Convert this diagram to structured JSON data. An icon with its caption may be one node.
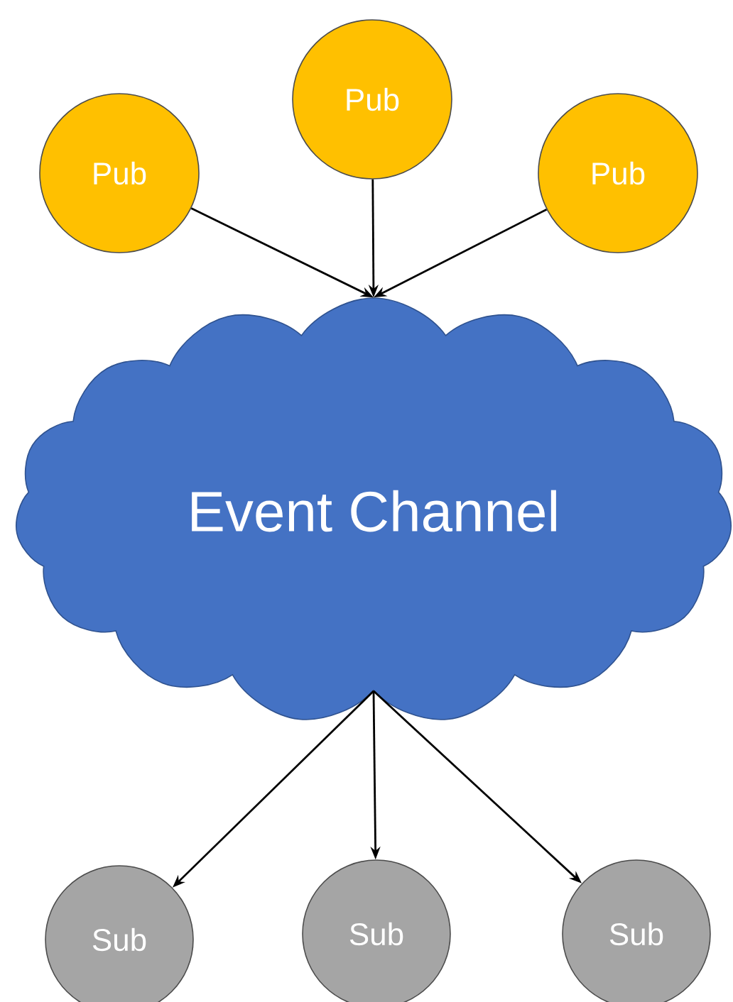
{
  "diagram": {
    "nodes": [
      {
        "text": [
          "Pub"
        ]
      },
      {
        "text": [
          "Pub"
        ]
      },
      {
        "text": [
          "Pub"
        ]
      },
      {
        "text": [
          "Event Channel"
        ]
      },
      {
        "text": [
          "Sub"
        ]
      },
      {
        "text": [
          "Sub"
        ]
      },
      {
        "text": [
          "Sub"
        ]
      }
    ],
    "edges": [
      {
        "from": 0,
        "to": 3,
        "arrow": "to"
      },
      {
        "from": 1,
        "to": 3,
        "arrow": "to"
      },
      {
        "from": 2,
        "to": 3,
        "arrow": "to"
      },
      {
        "from": 3,
        "to": 4,
        "arrow": "to"
      },
      {
        "from": 3,
        "to": 5,
        "arrow": "to"
      },
      {
        "from": 3,
        "to": 6,
        "arrow": "to"
      }
    ]
  }
}
